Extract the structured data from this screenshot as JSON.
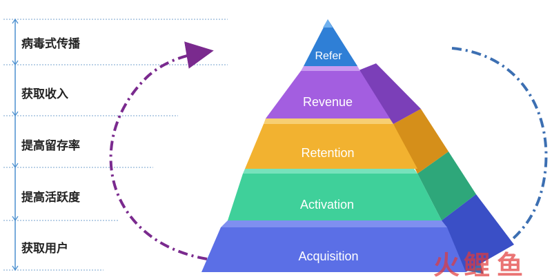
{
  "stages": [
    {
      "cn": "病毒式传播",
      "en": "Refer"
    },
    {
      "cn": "获取收入",
      "en": "Revenue"
    },
    {
      "cn": "提高留存率",
      "en": "Retention"
    },
    {
      "cn": "提高活跃度",
      "en": "Activation"
    },
    {
      "cn": "获取用户",
      "en": "Acquisition"
    }
  ],
  "colors": {
    "refer": "#2f7fd6",
    "revenue": "#a35ee0",
    "retention": "#f2b230",
    "activation": "#3fd09a",
    "acquisition": "#5b6fe6",
    "left_arrow": "#7a2a8e",
    "right_arrow": "#3c6fb2"
  },
  "watermark": {
    "chars": [
      "火",
      "鲤",
      "鱼"
    ]
  },
  "icons": [
    "arrow-icon"
  ]
}
